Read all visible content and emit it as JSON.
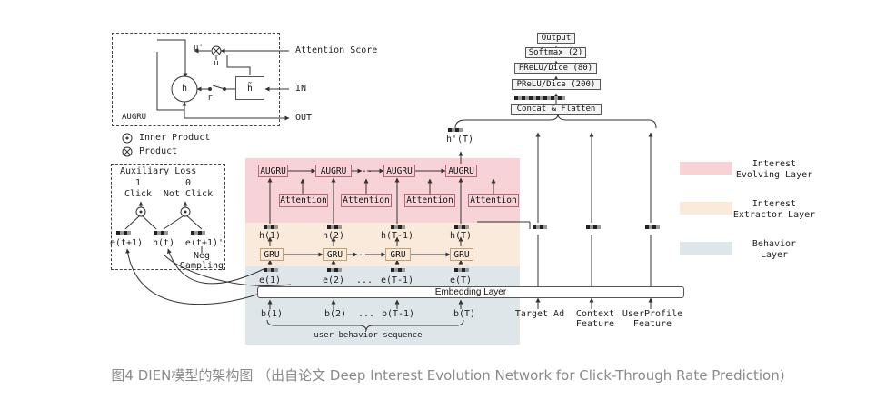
{
  "augru_panel": {
    "title": "AUGRU",
    "h": "h",
    "h_tilde": "h̃",
    "u_prime": "u'",
    "u": "u",
    "r": "r",
    "attention_score": "Attention Score",
    "in": "IN",
    "out": "OUT"
  },
  "legend_ops": {
    "inner_product": "Inner Product",
    "product": "Product"
  },
  "aux_loss": {
    "title": "Auxiliary Loss",
    "label_one": "1",
    "label_zero": "0",
    "click": "Click",
    "not_click": "Not Click",
    "e_t1": "e(t+1)",
    "h_t": "h(t)",
    "e_t1_neg": "e(t+1)'",
    "neg": "Neg",
    "sampling": "Sampling"
  },
  "network": {
    "augru": "AUGRU",
    "attention": "Attention",
    "gru": "GRU",
    "dots": "...",
    "h_labels": [
      "h(1)",
      "h(2)",
      "h(T-1)",
      "h(T)"
    ],
    "e_labels": [
      "e(1)",
      "e(2)",
      "e(T-1)",
      "e(T)"
    ],
    "b_labels": [
      "b(1)",
      "b(2)",
      "b(T-1)",
      "b(T)"
    ],
    "h_prime_T": "h'(T)",
    "embedding_layer": "Embedding Layer",
    "user_behavior_sequence": "user behavior sequence",
    "target_ad": "Target Ad",
    "context_1": "Context",
    "context_2": "Feature",
    "userprofile_1": "UserProfile",
    "userprofile_2": "Feature"
  },
  "top_stack": {
    "output": "Output",
    "softmax": "Softmax (2)",
    "prelu80": "PReLU/Dice (80)",
    "prelu200": "PReLU/Dice (200)",
    "concat": "Concat & Flatten"
  },
  "legend_layers": [
    {
      "line1": "Interest",
      "line2": "Evolving Layer",
      "color": "#f7d3d7"
    },
    {
      "line1": "Interest",
      "line2": "Extractor Layer",
      "color": "#faeadb"
    },
    {
      "line1": "Behavior",
      "line2": "Layer",
      "color": "#dfe6ea"
    }
  ],
  "caption": "图4 DIEN模型的架构图 （出自论文 Deep Interest Evolution Network for Click-Through Rate Prediction)"
}
